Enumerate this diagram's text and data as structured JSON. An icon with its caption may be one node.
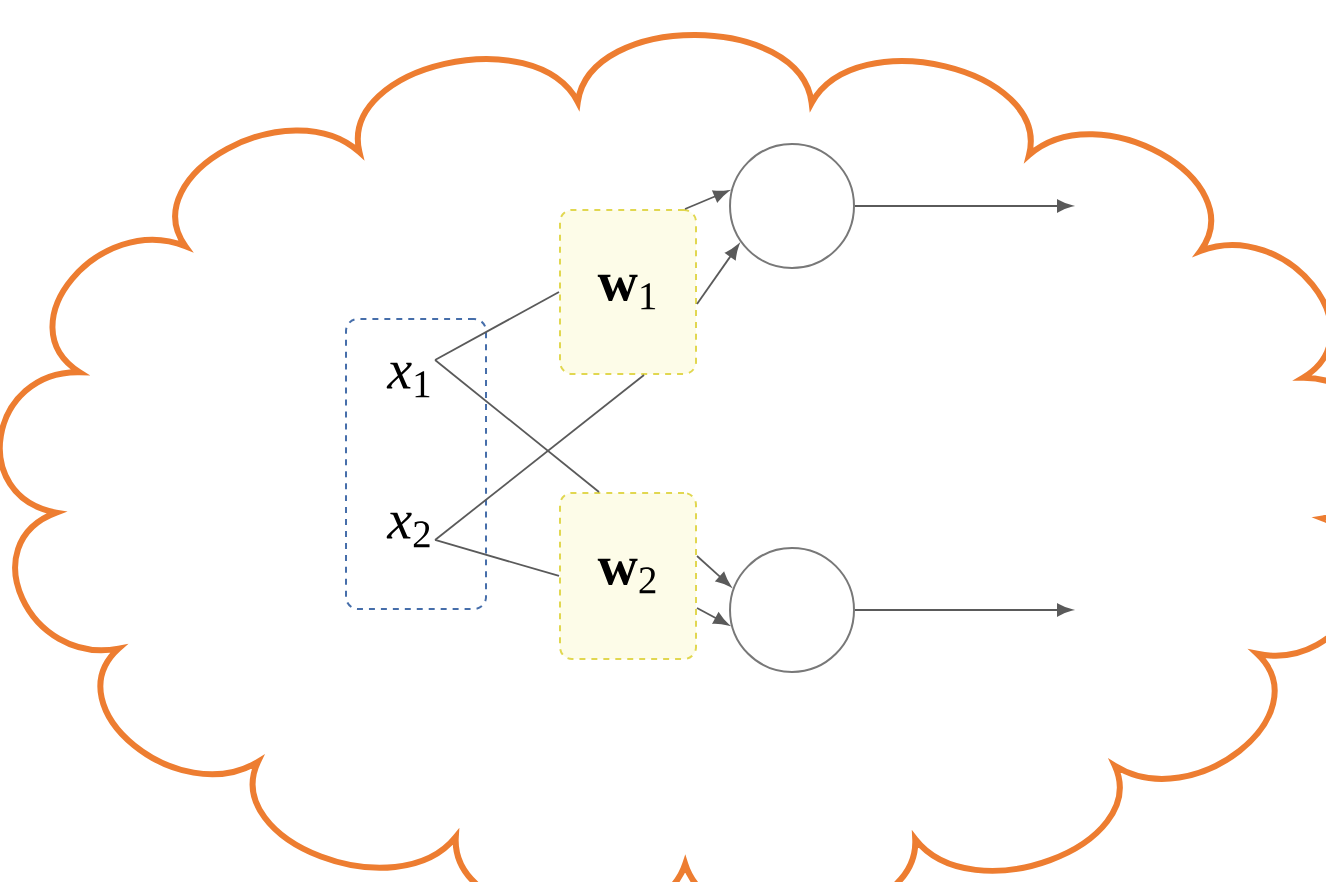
{
  "diagram": {
    "nodes": [
      {
        "text": [],
        "shape": "box"
      },
      {
        "text": [
          "*x*$_{1}$"
        ],
        "in": 0
      },
      {
        "text": [
          "*x*$_{2}$"
        ],
        "in": 0
      },
      {
        "text": [
          "**w**$_{1}$"
        ]
      },
      {
        "text": [
          "**w**$_{2}$"
        ]
      },
      {
        "text": [],
        "shape": "circle"
      },
      {
        "text": [],
        "shape": "circle"
      }
    ],
    "edges": [
      {
        "from": 1,
        "to": 3,
        "arrow": "none"
      },
      {
        "from": 1,
        "to": 4,
        "arrow": "none"
      },
      {
        "from": 2,
        "to": 3,
        "arrow": "none"
      },
      {
        "from": 2,
        "to": 4,
        "arrow": "none"
      },
      {
        "from": 3,
        "to": 5,
        "arrow": "to"
      },
      {
        "from": 3,
        "to": 5,
        "arrow": "to"
      },
      {
        "from": 4,
        "to": 6,
        "arrow": "to"
      },
      {
        "from": 4,
        "to": 6,
        "arrow": "to"
      },
      {
        "from": 5,
        "to": null,
        "arrow": "to"
      },
      {
        "from": 6,
        "to": null,
        "arrow": "to"
      }
    ]
  }
}
